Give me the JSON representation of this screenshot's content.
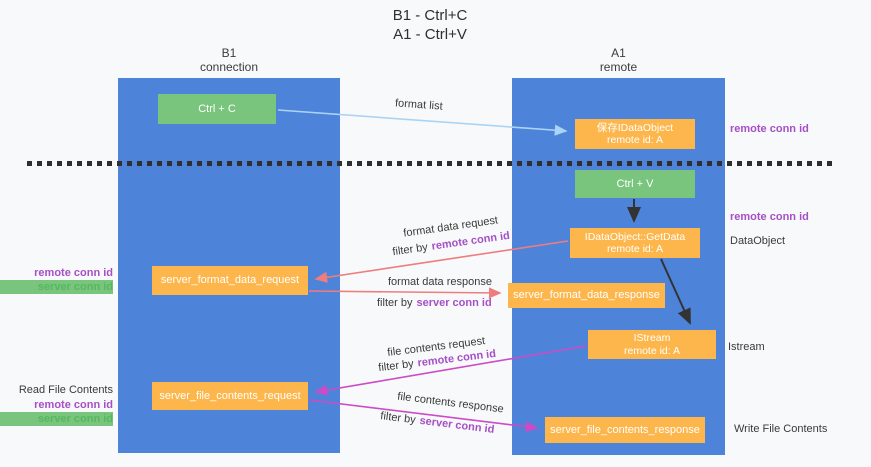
{
  "title": {
    "line1": "B1 - Ctrl+C",
    "line2": "A1 - Ctrl+V"
  },
  "lanes": {
    "left": {
      "name": "B1",
      "role": "connection"
    },
    "right": {
      "name": "A1",
      "role": "remote"
    }
  },
  "boxes": {
    "ctrl_c": {
      "label": "Ctrl + C"
    },
    "save_idataobject": {
      "line1": "保存IDataObject",
      "line2": "remote id: A"
    },
    "ctrl_v": {
      "label": "Ctrl + V"
    },
    "getdata": {
      "line1": "IDataObject::GetData",
      "line2": "remote id: A"
    },
    "format_request": {
      "label": "server_format_data_request"
    },
    "format_response": {
      "label": "server_format_data_response"
    },
    "istream": {
      "line1": "IStream",
      "line2": "remote id: A"
    },
    "file_request": {
      "label": "server_file_contents_request"
    },
    "file_response": {
      "label": "server_file_contents_response"
    }
  },
  "flow_labels": {
    "format_list": "format list",
    "format_data_request": "format data request",
    "format_data_response": "format data response",
    "file_contents_request": "file contents request",
    "file_contents_response": "file contents response",
    "filter_by": "filter by",
    "remote_conn_id": "remote conn id",
    "server_conn_id": "server conn id"
  },
  "side_labels": {
    "right_top_conn": "remote conn id",
    "right_mid_conn": "remote conn id",
    "dataobject": "DataObject",
    "istream": "Istream",
    "write_file_contents": "Write File Contents",
    "left_format_remote": "remote conn id",
    "left_format_server": "server conn id",
    "read_file_contents": "Read File Contents",
    "left_file_remote": "remote conn id",
    "left_file_server": "server conn id"
  },
  "colors": {
    "lane_blue": "#4d83d9",
    "box_green": "#79c57e",
    "box_orange": "#fcb64b",
    "purple_text": "#a64fc6",
    "green_text": "#55b85f",
    "arrow_lightblue": "#aad4f5",
    "arrow_salmon": "#ee7d7d",
    "arrow_magenta": "#cb4cc6",
    "arrow_black": "#333333"
  }
}
